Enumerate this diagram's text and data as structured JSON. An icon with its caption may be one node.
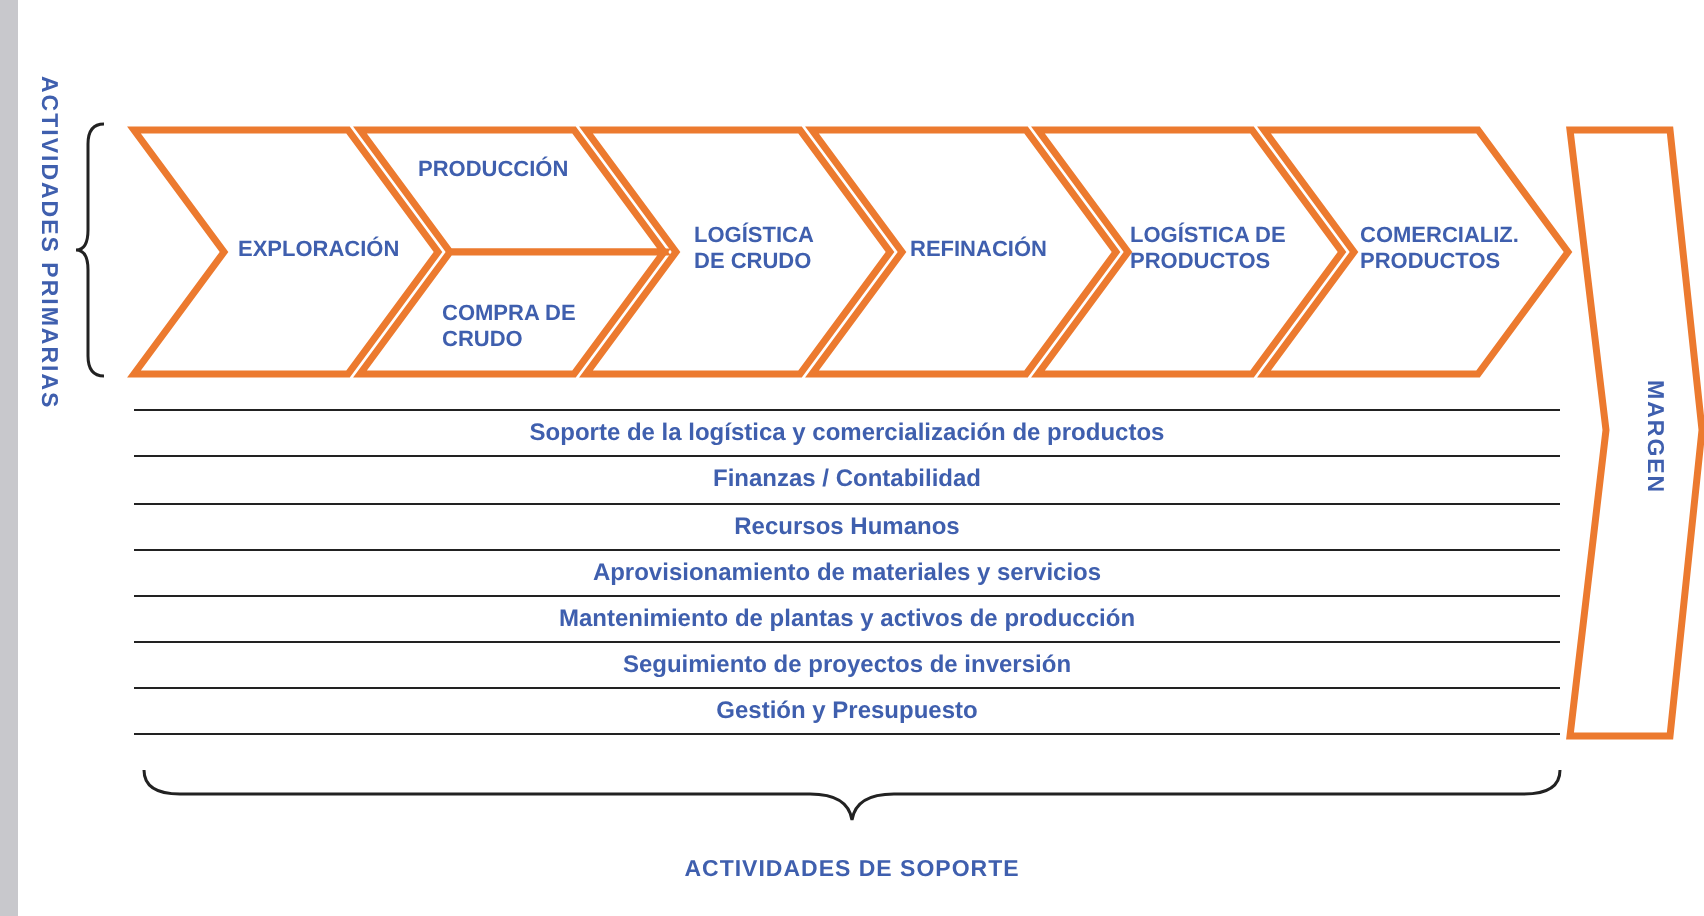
{
  "diagram": {
    "nodes": [
      {
        "text": [
          "EXPLORACIÓN"
        ]
      },
      {
        "text": [
          "PRODUCCIÓN"
        ]
      },
      {
        "text": [
          "COMPRA DE CRUDO"
        ]
      },
      {
        "text": [
          "LOGÍSTICA DE CRUDO"
        ]
      },
      {
        "text": [
          "REFINACIÓN"
        ]
      },
      {
        "text": [
          "LOGÍSTICA DE PRODUCTOS"
        ]
      },
      {
        "text": [
          "COMERCIALIZ. PRODUCTOS"
        ]
      },
      {
        "text": [
          "MARGEN"
        ]
      }
    ],
    "edges": [],
    "labels": [
      "ACTIVIDADES PRIMARIAS",
      "Soporte de la logística y comercialización de productos",
      "Finanzas / Contabilidad",
      "Recursos Humanos",
      "Aprovisionamiento de materiales y servicios",
      "Mantenimiento de plantas y activos de producción",
      "Seguimiento de proyectos de inversión",
      "Gestión y Presupuesto",
      "ACTIVIDADES DE SOPORTE"
    ]
  }
}
